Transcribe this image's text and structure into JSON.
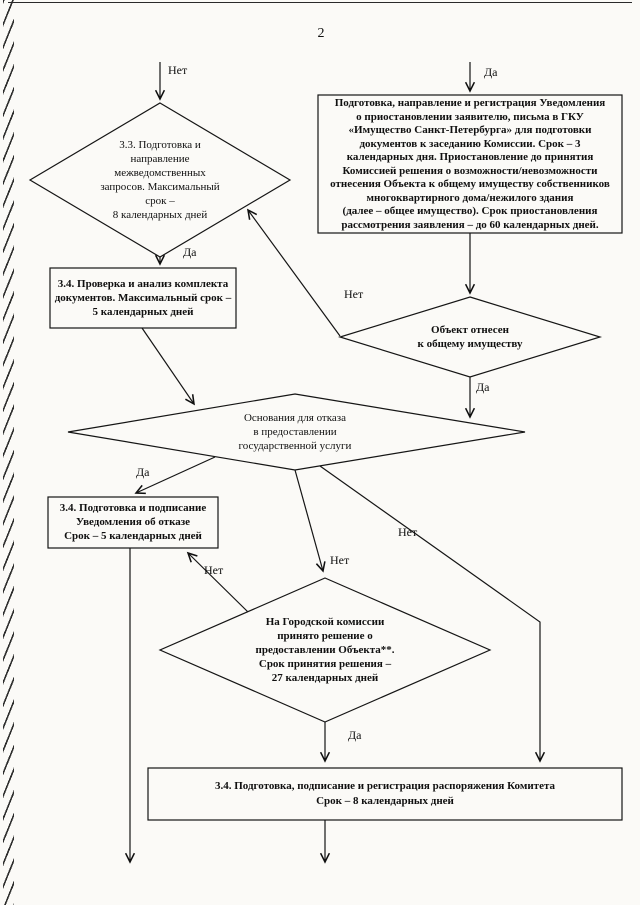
{
  "page": {
    "number": "2"
  },
  "flowchart": {
    "nodes": {
      "interagency_requests": {
        "text": "3.3. Подготовка и\nнаправление\nмежведомственных\nзапросов. Максимальный\nсрок –\n8 календарных дней"
      },
      "suspension_notice": {
        "text": "Подготовка, направление и регистрация Уведомления\nо приостановлении заявителю, письма в ГКУ\n«Имущество Санкт-Петербурга» для подготовки\nдокументов к заседанию Комиссии. Срок – 3\nкалендарных дня. Приостановление до принятия\nКомиссией решения о возможности/невозможности\nотнесения Объекта к общему имуществу собственников\nмногоквартирного дома/нежилого здания\n(далее – общее имущество). Срок приостановления\nрассмотрения заявления – до 60 календарных дней."
      },
      "document_check": {
        "text": "3.4. Проверка и анализ комплекта\nдокументов. Максимальный срок –\n5 календарных дней"
      },
      "common_property_decision": {
        "text": "Объект отнесен\nк общему имуществу"
      },
      "refusal_grounds_decision": {
        "text": "Основания для отказа\nв предоставлении\nгосударственной услуги"
      },
      "refusal_notice": {
        "text": "3.4. Подготовка и подписание\nУведомления об отказе\nСрок – 5 календарных дней"
      },
      "city_commission_decision": {
        "text": "На Городской комиссии\nпринято решение о\nпредоставлении Объекта**.\nСрок принятия решения –\n27 календарных дней"
      },
      "committee_order": {
        "text": "3.4. Подготовка, подписание и регистрация распоряжения Комитета\nСрок – 8 календарных дней"
      }
    },
    "edge_labels": {
      "top_left_no": "Нет",
      "top_right_yes": "Да",
      "requests_to_check_yes": "Да",
      "common_property_no": "Нет",
      "common_property_yes": "Да",
      "refusal_grounds_yes": "Да",
      "refusal_grounds_no_commission": "Нет",
      "refusal_grounds_no_order": "Нет",
      "commission_no": "Нет",
      "commission_yes": "Да"
    }
  }
}
